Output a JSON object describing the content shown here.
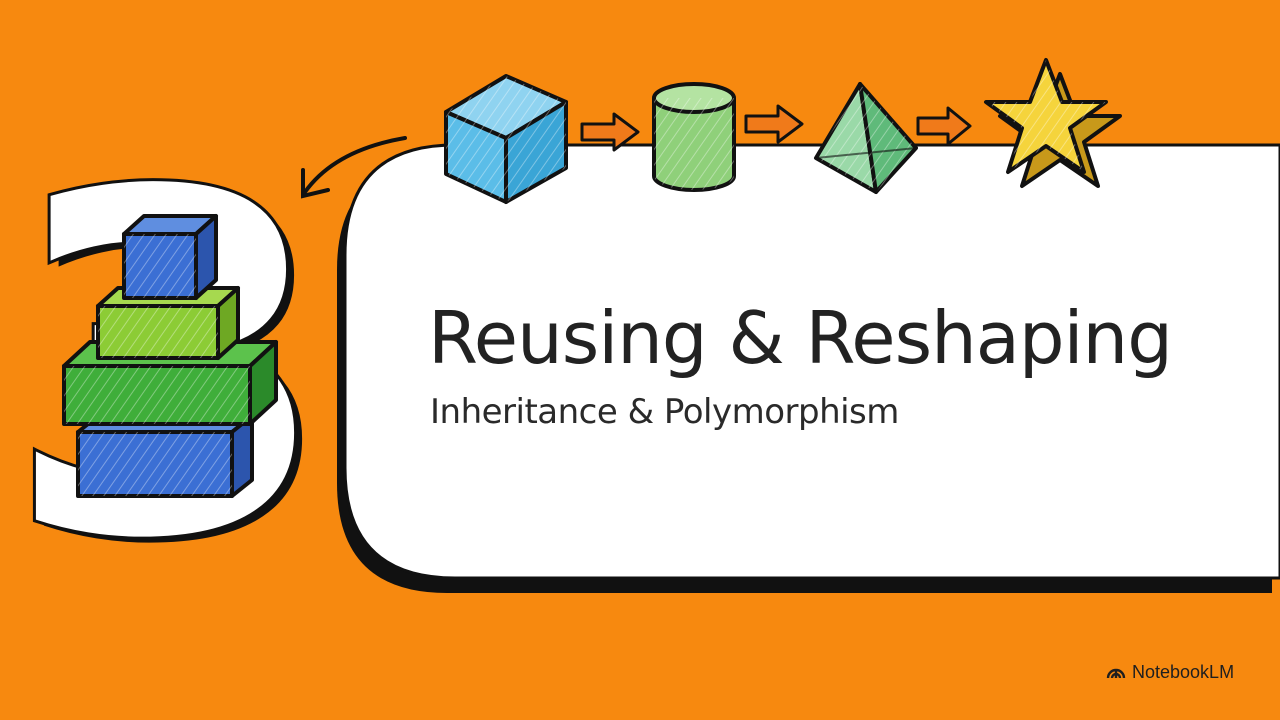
{
  "slide": {
    "number": "3",
    "title": "Reusing & Reshaping",
    "subtitle": "Inheritance & Polymorphism"
  },
  "brand": {
    "name": "NotebookLM",
    "icon": "notebooklm-logo-icon"
  },
  "illustration": {
    "sequence": [
      "cube-icon",
      "cylinder-icon",
      "pyramid-icon",
      "star-icon"
    ],
    "stack": [
      "blue-cube",
      "light-green-block",
      "green-block",
      "blue-block"
    ]
  },
  "colors": {
    "background": "#f7890f",
    "card": "#ffffff",
    "cube": "#5bbde8",
    "cylinder": "#8fd07a",
    "pyramid": "#7fcf98",
    "star": "#f5d43c",
    "stack_blue": "#3b6fd4",
    "stack_green": "#3fae3a",
    "stack_light_green": "#8ccc35"
  }
}
